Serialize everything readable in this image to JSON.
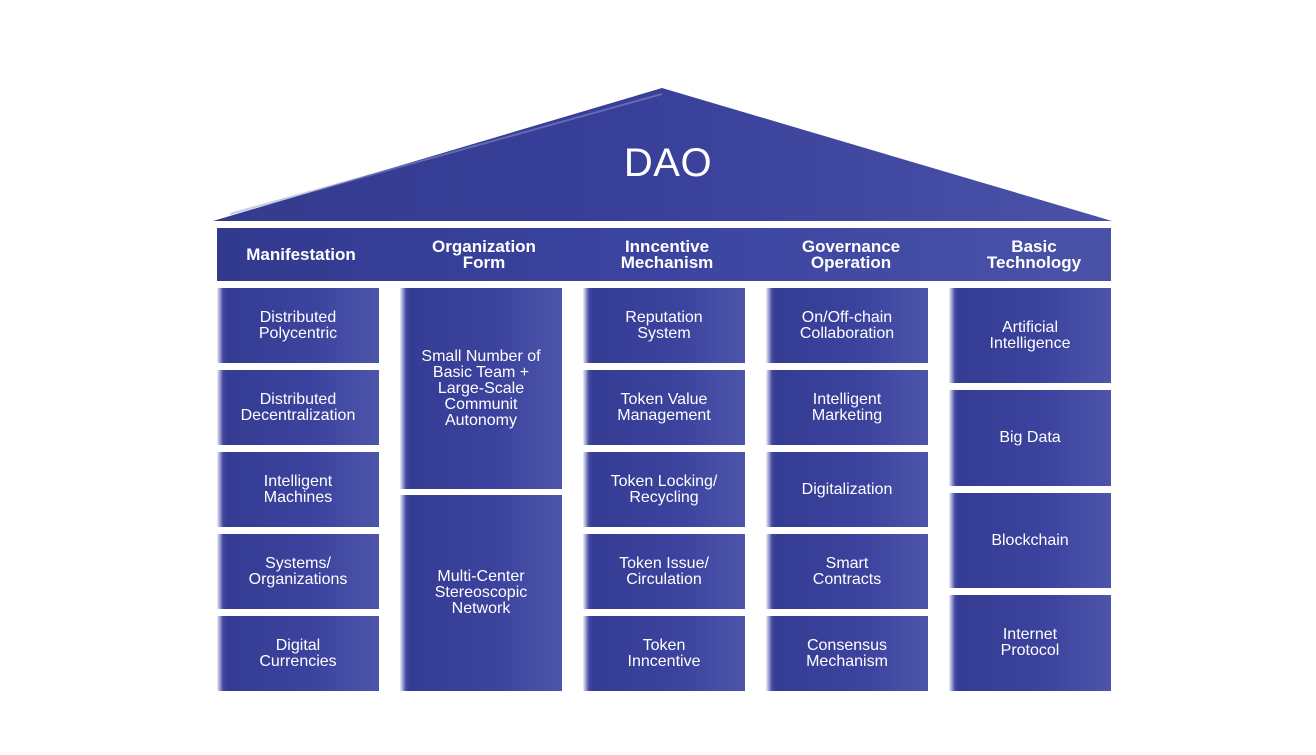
{
  "title": "DAO",
  "columns": [
    {
      "header": "Manifestation",
      "items": [
        "Distributed\nPolycentric",
        "Distributed\nDecentralization",
        "Intelligent\nMachines",
        "Systems/\nOrganizations",
        "Digital\nCurrencies"
      ]
    },
    {
      "header": "Organization\nForm",
      "items": [
        "Small Number of\nBasic Team +\nLarge-Scale\nCommunit\nAutonomy",
        "Multi-Center\nStereoscopic\nNetwork"
      ]
    },
    {
      "header": "Inncentive\nMechanism",
      "items": [
        "Reputation\nSystem",
        "Token Value\nManagement",
        "Token Locking/\nRecycling",
        "Token Issue/\nCirculation",
        "Token\nInncentive"
      ]
    },
    {
      "header": "Governance\nOperation",
      "items": [
        "On/Off-chain\nCollaboration",
        "Intelligent\nMarketing",
        "Digitalization",
        "Smart\nContracts",
        "Consensus\nMechanism"
      ]
    },
    {
      "header": "Basic\nTechnology",
      "items": [
        "Artificial\nIntelligence",
        "Big Data",
        "Blockchain",
        "Internet\nProtocol"
      ]
    }
  ],
  "colors": {
    "primary": "#3a419c",
    "dark": "#323a8e",
    "light": "#5158ab",
    "background": "#ffffff"
  }
}
